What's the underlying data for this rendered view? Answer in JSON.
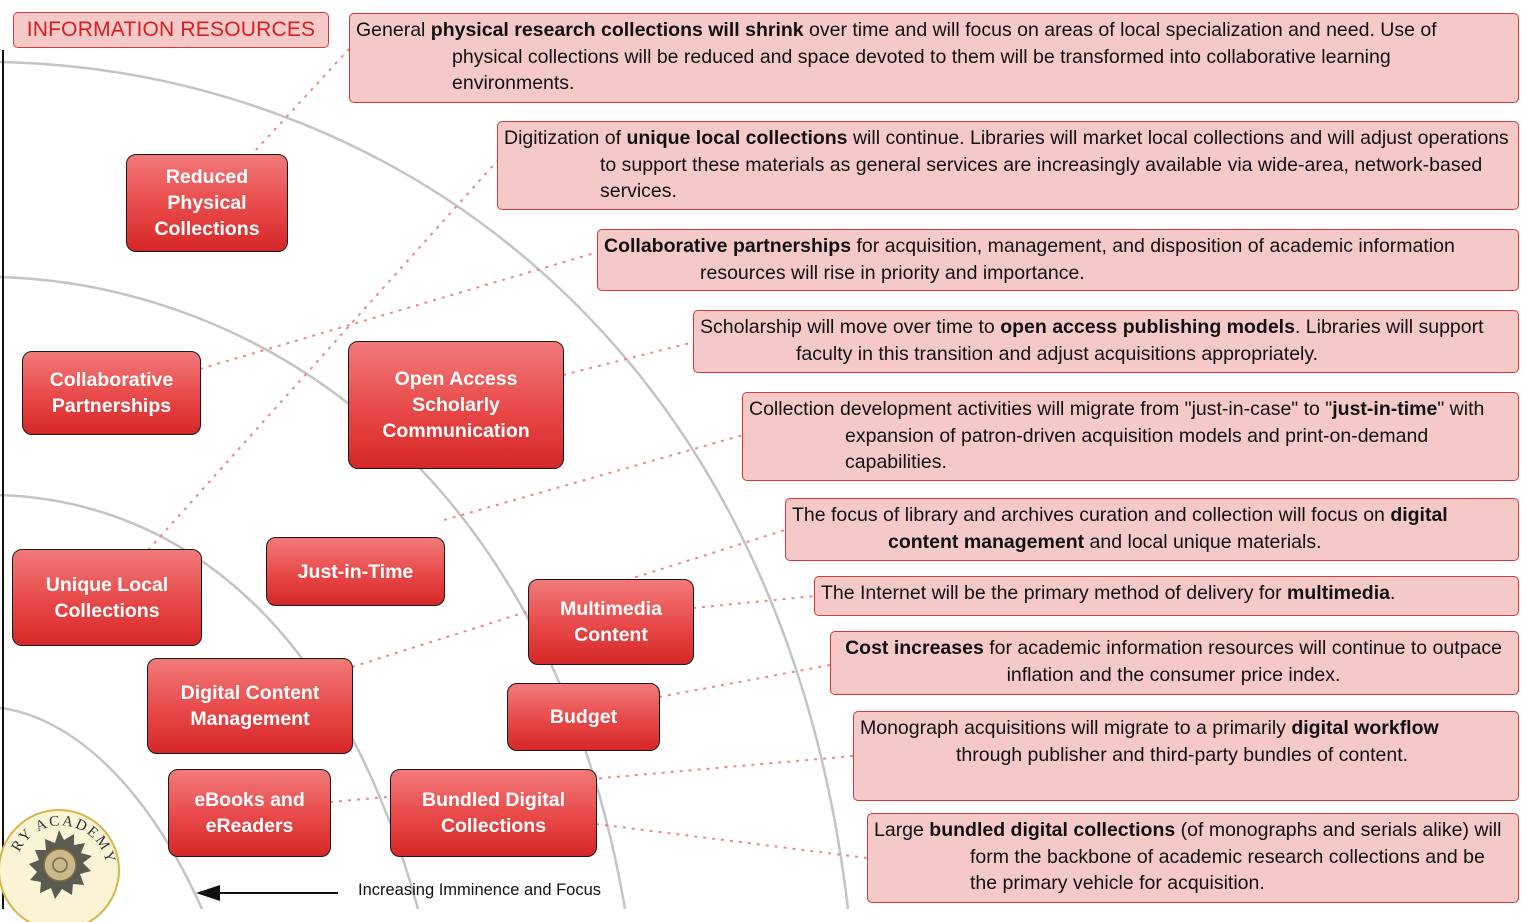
{
  "title": "INFORMATION RESOURCES",
  "caption": "Increasing Imminence and Focus",
  "seal_text": "RY ACADEMY LI",
  "colors": {
    "pill_top": "#f27a7a",
    "pill_bottom": "#d62727",
    "box_fill": "#f6c9c9",
    "box_border": "#d23a3a",
    "title_text": "#d62020",
    "connector": "#e88a8a",
    "arc": "#c4c4c4"
  },
  "topics": [
    {
      "id": "reduced",
      "label": "Reduced\nPhysical\nCollections"
    },
    {
      "id": "collab",
      "label": "Collaborative\nPartnerships"
    },
    {
      "id": "open",
      "label": "Open Access\nScholarly\nCommunication"
    },
    {
      "id": "unique",
      "label": "Unique Local\nCollections"
    },
    {
      "id": "jit",
      "label": "Just-in-Time"
    },
    {
      "id": "multimedia",
      "label": "Multimedia\nContent"
    },
    {
      "id": "digital",
      "label": "Digital Content\nManagement"
    },
    {
      "id": "budget",
      "label": "Budget"
    },
    {
      "id": "ebooks",
      "label": "eBooks and\neReaders"
    },
    {
      "id": "bundled",
      "label": "Bundled Digital\nCollections"
    }
  ],
  "descriptions": [
    {
      "id": "reduced",
      "pre": "General ",
      "bold": "physical research collections will shrink",
      "post": " over time and will focus on areas of local specialization and need. Use of physical collections will be reduced and space devoted to them will be transformed into collaborative learning environments."
    },
    {
      "id": "unique",
      "pre": "Digitization of ",
      "bold": "unique local collections",
      "post": " will continue. Libraries will market local collections and will adjust operations to support these materials as general services are increasingly available via wide-area, network-based services."
    },
    {
      "id": "collab",
      "pre": "",
      "bold": "Collaborative partnerships",
      "post": " for acquisition, management, and disposition of academic information resources will rise in priority and importance."
    },
    {
      "id": "open",
      "pre": "Scholarship will move over time to ",
      "bold": "open access publishing models",
      "post": ". Libraries will support faculty in this transition and adjust acquisitions appropriately."
    },
    {
      "id": "jit",
      "pre": "Collection development activities will migrate from \"just-in-case\" to \"",
      "bold": "just-in-time",
      "post": "\" with expansion of patron-driven acquisition models and print-on-demand capabilities."
    },
    {
      "id": "digital",
      "pre": "The focus of library and archives curation and collection will focus on ",
      "bold": "digital content management",
      "post": " and local unique materials."
    },
    {
      "id": "multimedia",
      "pre": "The Internet will be the primary method of delivery for ",
      "bold": "multimedia",
      "post": "."
    },
    {
      "id": "budget",
      "pre": "",
      "bold": "Cost increases",
      "post": " for academic information resources will continue to outpace inflation and the consumer price index."
    },
    {
      "id": "ebooks",
      "pre": "Monograph acquisitions will migrate to a primarily ",
      "bold": "digital workflow",
      "post": " through publisher and third-party bundles of content."
    },
    {
      "id": "bundled",
      "pre": "Large ",
      "bold": "bundled digital collections",
      "post": " (of monographs and serials alike) will form the backbone of academic research collections and be the primary vehicle for acquisition."
    }
  ]
}
